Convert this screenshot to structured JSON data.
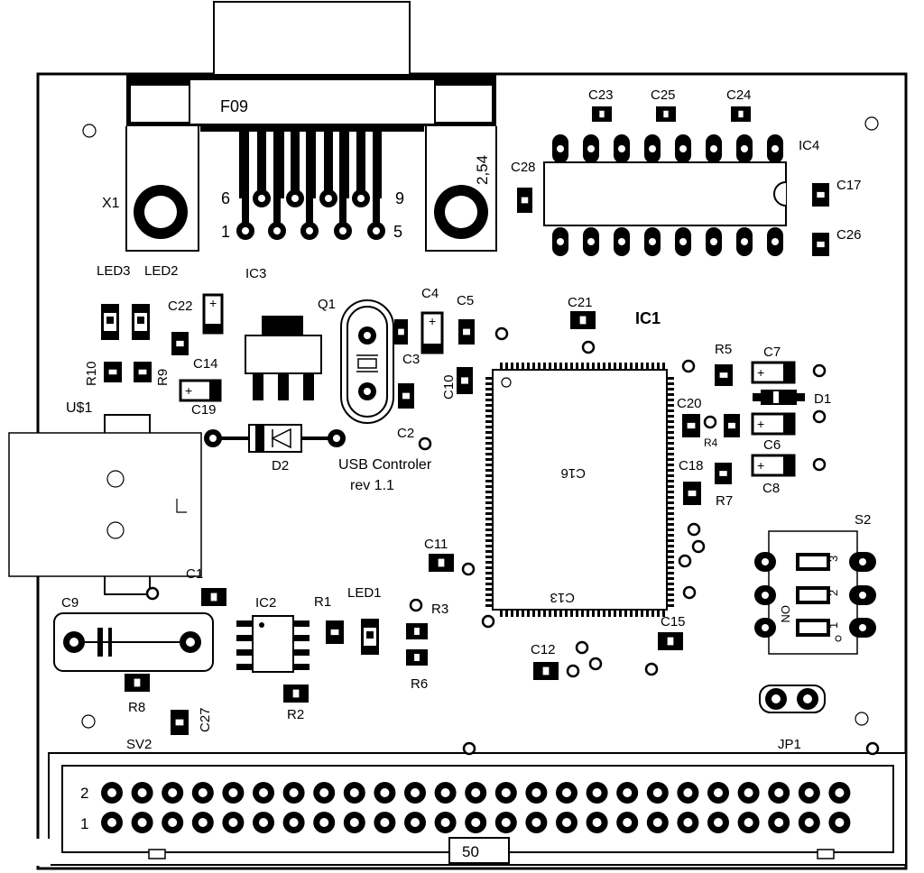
{
  "board": {
    "connector_top": {
      "name": "F09",
      "x_label": "X1",
      "spacing": "2,54",
      "pins_top": [
        "6",
        "9"
      ],
      "pins_bottom": [
        "1",
        "5"
      ]
    },
    "components": {
      "ic4": "IC4",
      "ic1": "IC1",
      "ic2": "IC2",
      "ic3": "IC3",
      "q1": "Q1",
      "led3": "LED3",
      "led2": "LED2",
      "led1": "LED1",
      "usb": "U$1",
      "d1": "D1",
      "d2": "D2",
      "s2": "S2",
      "jp1": "JP1",
      "sv2": "SV2",
      "c1": "C1",
      "c2": "C2",
      "c3": "C3",
      "c4": "C4",
      "c5": "C5",
      "c6": "C6",
      "c7": "C7",
      "c8": "C8",
      "c9": "C9",
      "c10": "C10",
      "c11": "C11",
      "c12": "C12",
      "c13": "C13",
      "c14": "C14",
      "c15": "C15",
      "c16": "C16",
      "c17": "C17",
      "c18": "C18",
      "c19": "C19",
      "c20": "C20",
      "c21": "C21",
      "c22": "C22",
      "c23": "C23",
      "c24": "C24",
      "c25": "C25",
      "c26": "C26",
      "c27": "C27",
      "c28": "C28",
      "r1": "R1",
      "r2": "R2",
      "r3": "R3",
      "r4": "R4",
      "r5": "R5",
      "r6": "R6",
      "r7": "R7",
      "r8": "R8",
      "r9": "R9",
      "r10": "R10"
    },
    "title_line1": "USB Controler",
    "title_line2": "rev 1.1",
    "switch_labels": {
      "on": "ON",
      "p1": "1",
      "p2": "2",
      "p3": "3"
    },
    "header_rows": [
      "2",
      "1"
    ],
    "header_pin_count": "50",
    "header_columns": 25
  }
}
